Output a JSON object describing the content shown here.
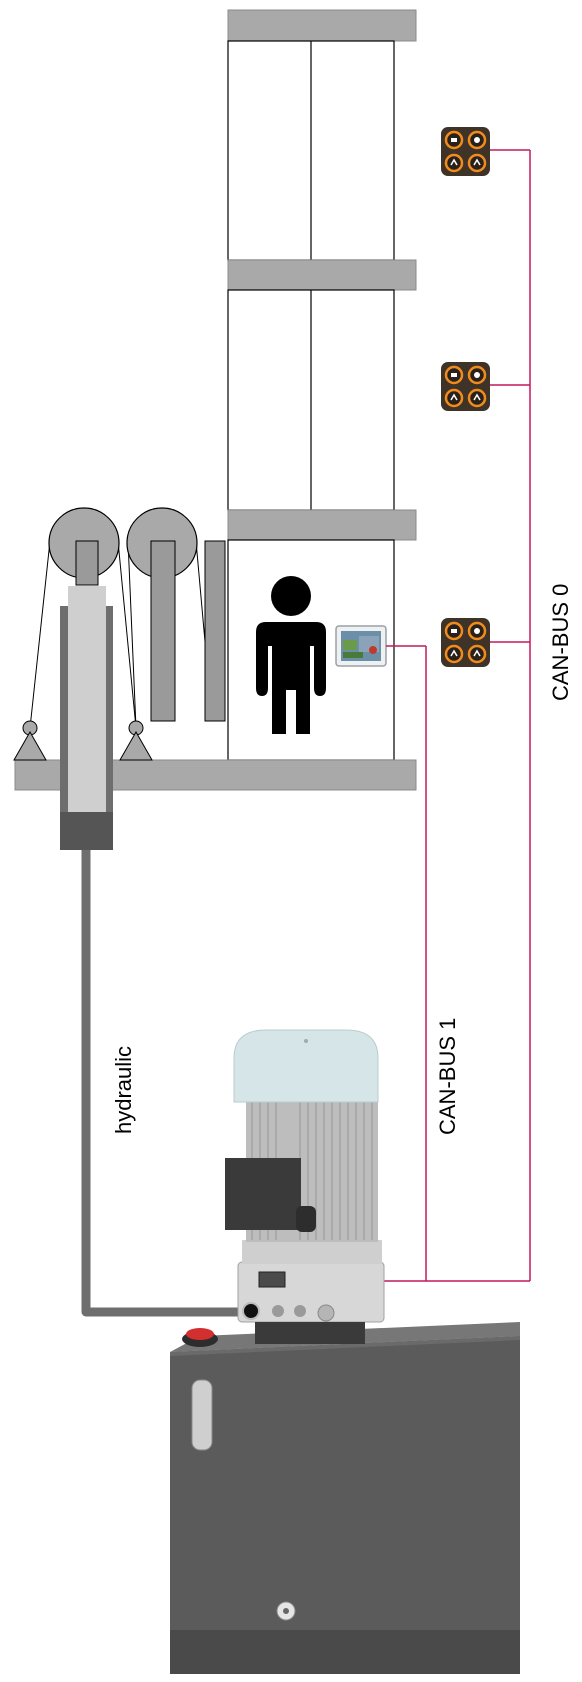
{
  "labels": {
    "can_bus_0": "CAN-BUS 0",
    "can_bus_1": "CAN-BUS 1",
    "hydraulic": "hydraulic"
  },
  "colors": {
    "bus_line": "#c2185b",
    "frame_gray": "#a9a9a9",
    "hydraulic_pipe": "#6e6e6e",
    "tank_body": "#5b5b5b",
    "motor_cap": "#d6e6e8",
    "keypad_body": "#3f3226",
    "keypad_ring": "#f08c1e",
    "button_red": "#d32f2f"
  },
  "components": {
    "floor_panels": 3,
    "keypads": 3,
    "pulleys": 2,
    "person_icon": "person-icon",
    "touch_panel_icon": "touch-panel-icon"
  }
}
